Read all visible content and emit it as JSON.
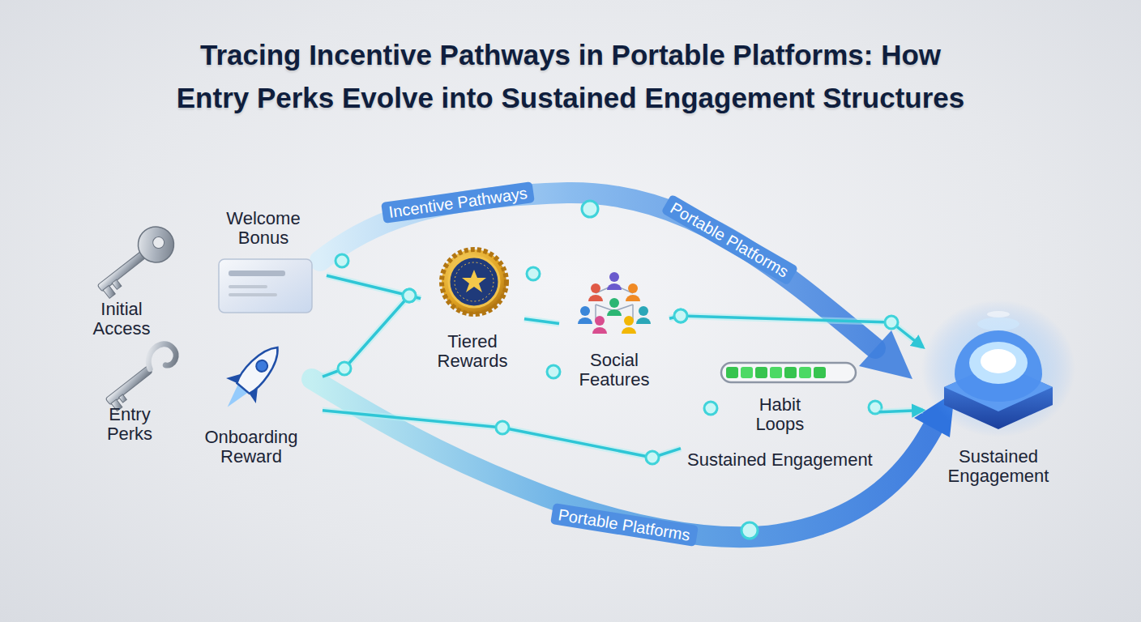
{
  "diagram": {
    "title": "Tracing Incentive Pathways in Portable Platforms: How Entry Perks Evolve into Sustained Engagement Structures",
    "nodes": [
      {
        "text": [
          "Initial Access"
        ]
      },
      {
        "text": [
          "Entry Perks"
        ]
      },
      {
        "text": [
          "Welcome Bonus"
        ]
      },
      {
        "text": [
          "Onboarding Reward"
        ]
      },
      {
        "text": [
          "Tiered Rewards"
        ]
      },
      {
        "text": [
          "Social Features"
        ]
      },
      {
        "text": [
          "Habit Loops",
          "Sustained Engagement"
        ]
      },
      {
        "text": [
          "Sustained Engagement"
        ]
      }
    ],
    "edges": [
      {
        "from": 2,
        "to": 4,
        "arrow": "none"
      },
      {
        "from": 3,
        "to": 4,
        "arrow": "none"
      },
      {
        "from": 4,
        "to": 5,
        "arrow": "none"
      },
      {
        "from": 3,
        "to": 6,
        "arrow": "none"
      },
      {
        "from": 5,
        "to": 7,
        "arrow": "to"
      },
      {
        "from": 6,
        "to": 7,
        "arrow": "to"
      }
    ],
    "labels": [
      "Incentive Pathways",
      "Portable Platforms",
      "Portable Platforms"
    ]
  }
}
